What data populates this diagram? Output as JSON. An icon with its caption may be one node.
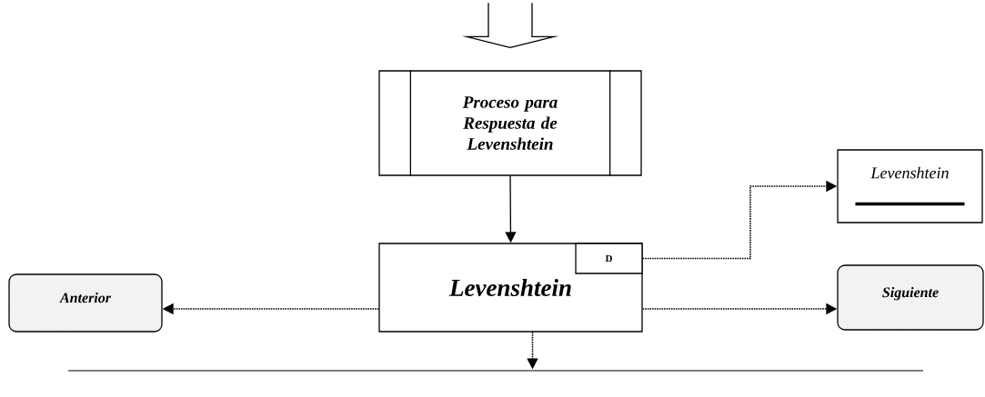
{
  "diagram": {
    "nodes": [
      {
        "text": [
          "Proceso para Respuesta de Levenshtein"
        ]
      },
      {
        "text": [
          "Levenshtein"
        ]
      },
      {
        "text": [
          "D"
        ],
        "in": 1
      },
      {
        "text": [
          "Levenshtein"
        ]
      },
      {
        "text": [
          "Anterior"
        ]
      },
      {
        "text": [
          "Siguiente"
        ]
      },
      {
        "text": [],
        "shape": "bar"
      }
    ],
    "edges": [
      {
        "from": null,
        "to": 0,
        "arrow": "to",
        "style": "thick"
      },
      {
        "from": 0,
        "to": 1,
        "arrow": "to"
      },
      {
        "from": 2,
        "to": 3,
        "arrow": "to",
        "style": "dashed"
      },
      {
        "from": 1,
        "to": 4,
        "arrow": "to",
        "style": "dashed"
      },
      {
        "from": 1,
        "to": 5,
        "arrow": "to",
        "style": "dashed"
      },
      {
        "from": 1,
        "to": 6,
        "arrow": "to",
        "style": "dashed"
      }
    ]
  }
}
